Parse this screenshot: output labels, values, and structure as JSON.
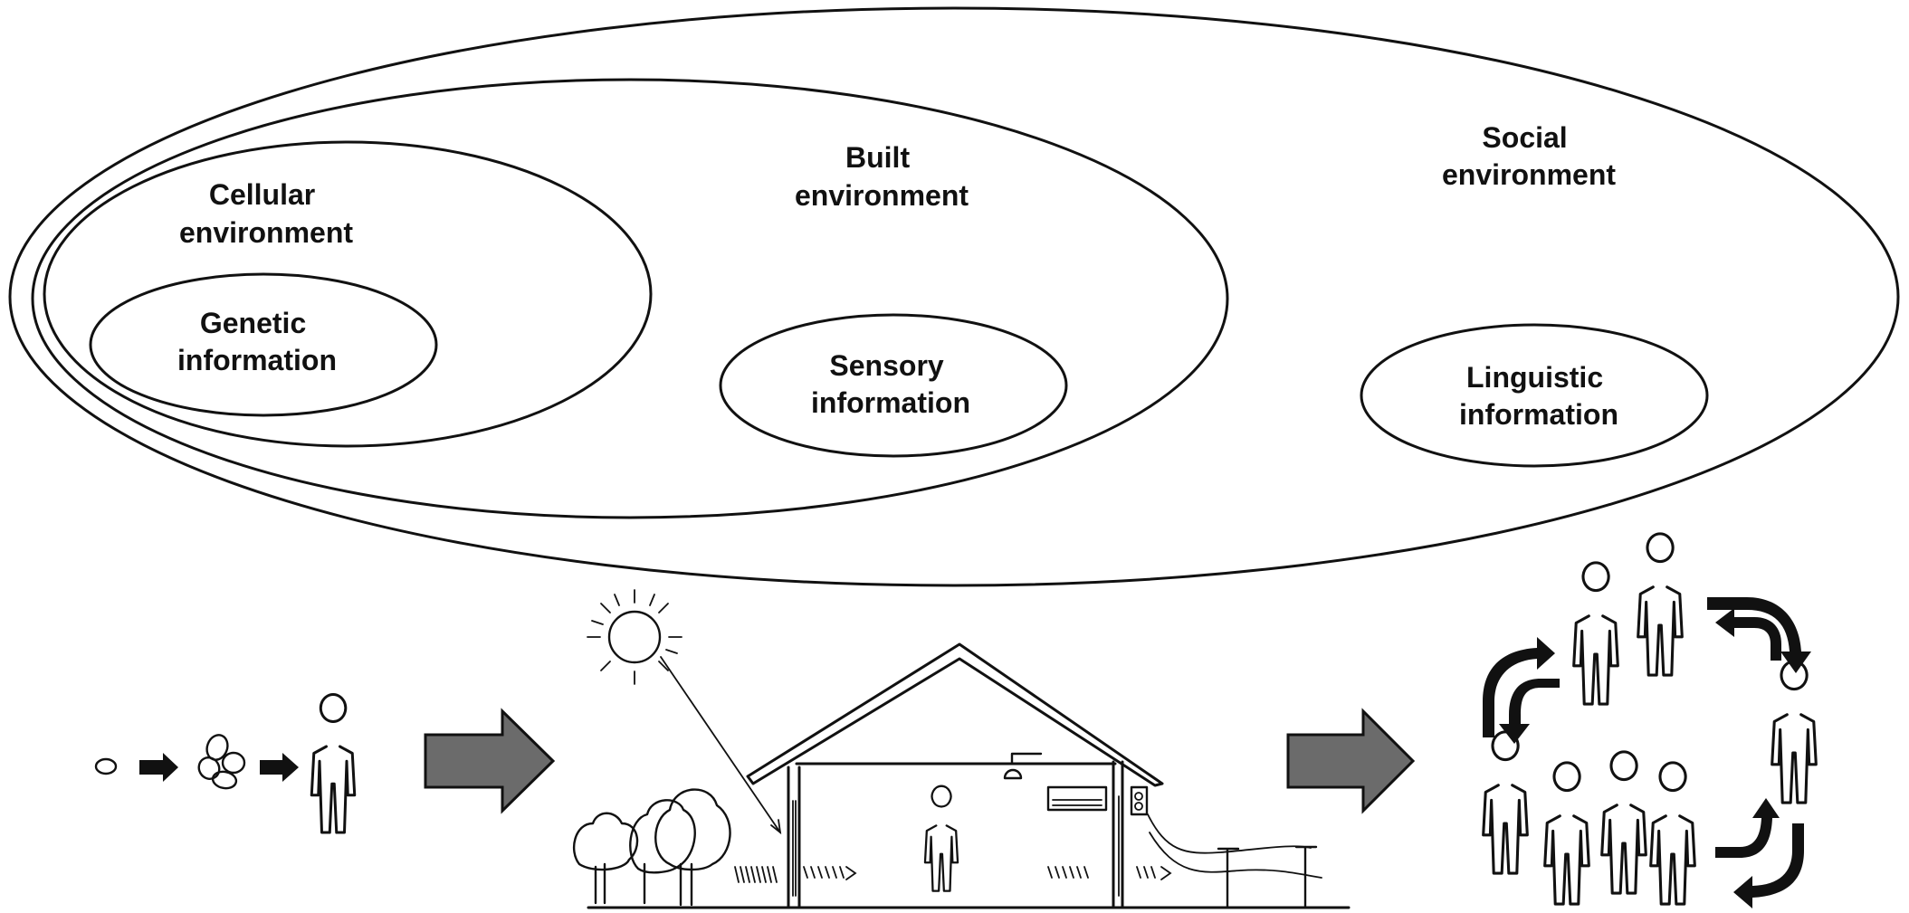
{
  "labels": {
    "cellular": [
      "Cellular",
      "environment"
    ],
    "genetic": [
      "Genetic",
      "information"
    ],
    "built": [
      "Built",
      "environment"
    ],
    "sensory": [
      "Sensory",
      "information"
    ],
    "social": [
      "Social",
      "environment"
    ],
    "linguistic": [
      "Linguistic",
      "information"
    ]
  },
  "colors": {
    "stroke": "#111111",
    "big_arrow_fill": "#6b6b6b",
    "background": "#ffffff"
  },
  "icons": {
    "progression": [
      "egg-cell-icon",
      "cell-cluster-icon",
      "person-icon"
    ],
    "built": [
      "sun-icon",
      "house-icon",
      "trees-icon",
      "power-line-icon"
    ],
    "social": [
      "people-circle-icon",
      "cycle-arrows-icon"
    ]
  }
}
